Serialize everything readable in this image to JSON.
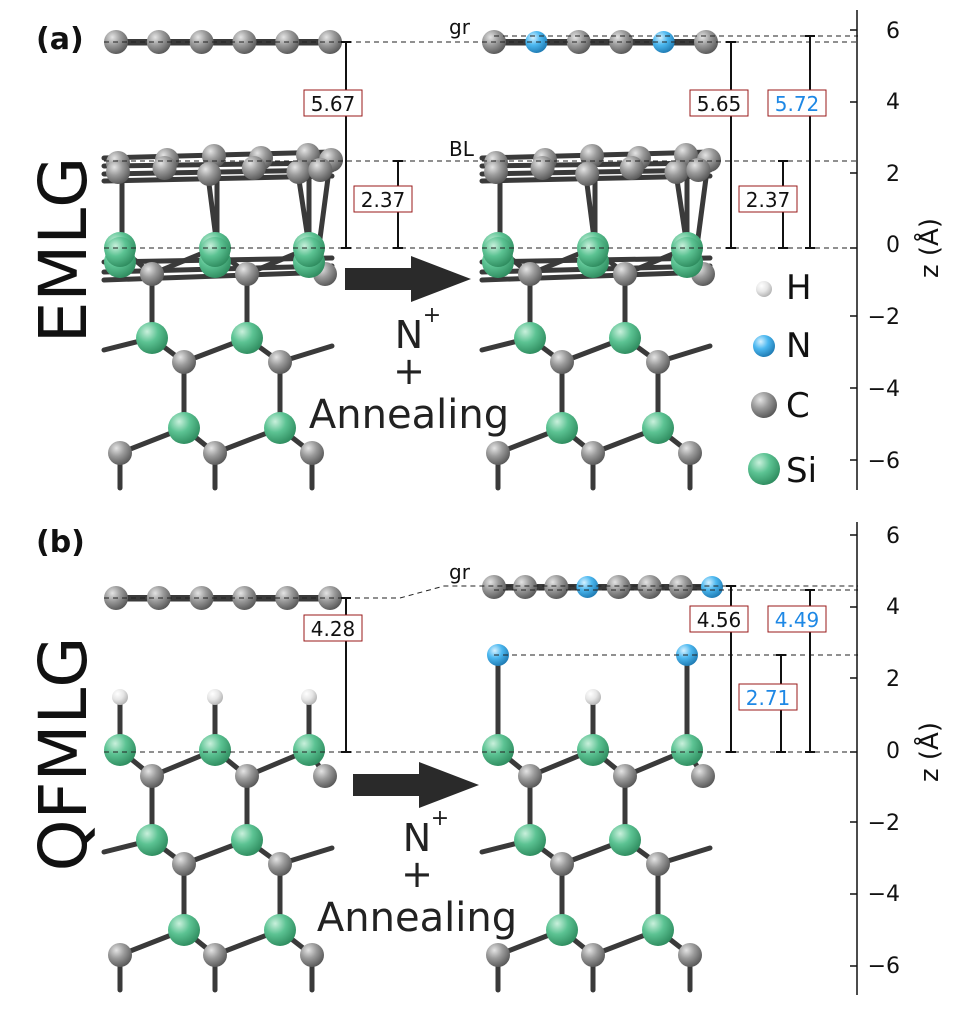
{
  "colors": {
    "carbon": "#8c8c8c",
    "silicon": "#5cc393",
    "nitrogen": "#4cb8f0",
    "hydrogen": "#e2e2e2",
    "bond": "#3a3a3a",
    "box_border": "#9a1a1a",
    "blue_text": "#1e88e5",
    "arrow": "#2a2a2a"
  },
  "legend": {
    "items": [
      {
        "label": "H",
        "color": "#e2e2e2"
      },
      {
        "label": "N",
        "color": "#4cb8f0"
      },
      {
        "label": "C",
        "color": "#8c8c8c"
      },
      {
        "label": "Si",
        "color": "#5cc393"
      }
    ]
  },
  "panel_a": {
    "tag": "(a)",
    "sample": "EMLG",
    "layer_gr": "gr",
    "layer_bl": "BL",
    "arrow_top": "N",
    "arrow_sup": "+",
    "arrow_plus": "+",
    "arrow_bottom": "Annealing",
    "axis_label": "z (Å)",
    "ticks": [
      "6",
      "4",
      "2",
      "0",
      "−2",
      "−4",
      "−6"
    ],
    "dist_left_gr": "5.67",
    "dist_left_bl": "2.37",
    "dist_right_gr": "5.65",
    "dist_right_gr_n": "5.72",
    "dist_right_bl": "2.37"
  },
  "panel_b": {
    "tag": "(b)",
    "sample": "QFMLG",
    "layer_gr": "gr",
    "arrow_top": "N",
    "arrow_sup": "+",
    "arrow_plus": "+",
    "arrow_bottom": "Annealing",
    "axis_label": "z (Å)",
    "ticks": [
      "6",
      "4",
      "2",
      "0",
      "−2",
      "−4",
      "−6"
    ],
    "dist_left_gr": "4.28",
    "dist_right_gr": "4.56",
    "dist_right_gr_n": "4.49",
    "dist_right_n": "2.71"
  }
}
